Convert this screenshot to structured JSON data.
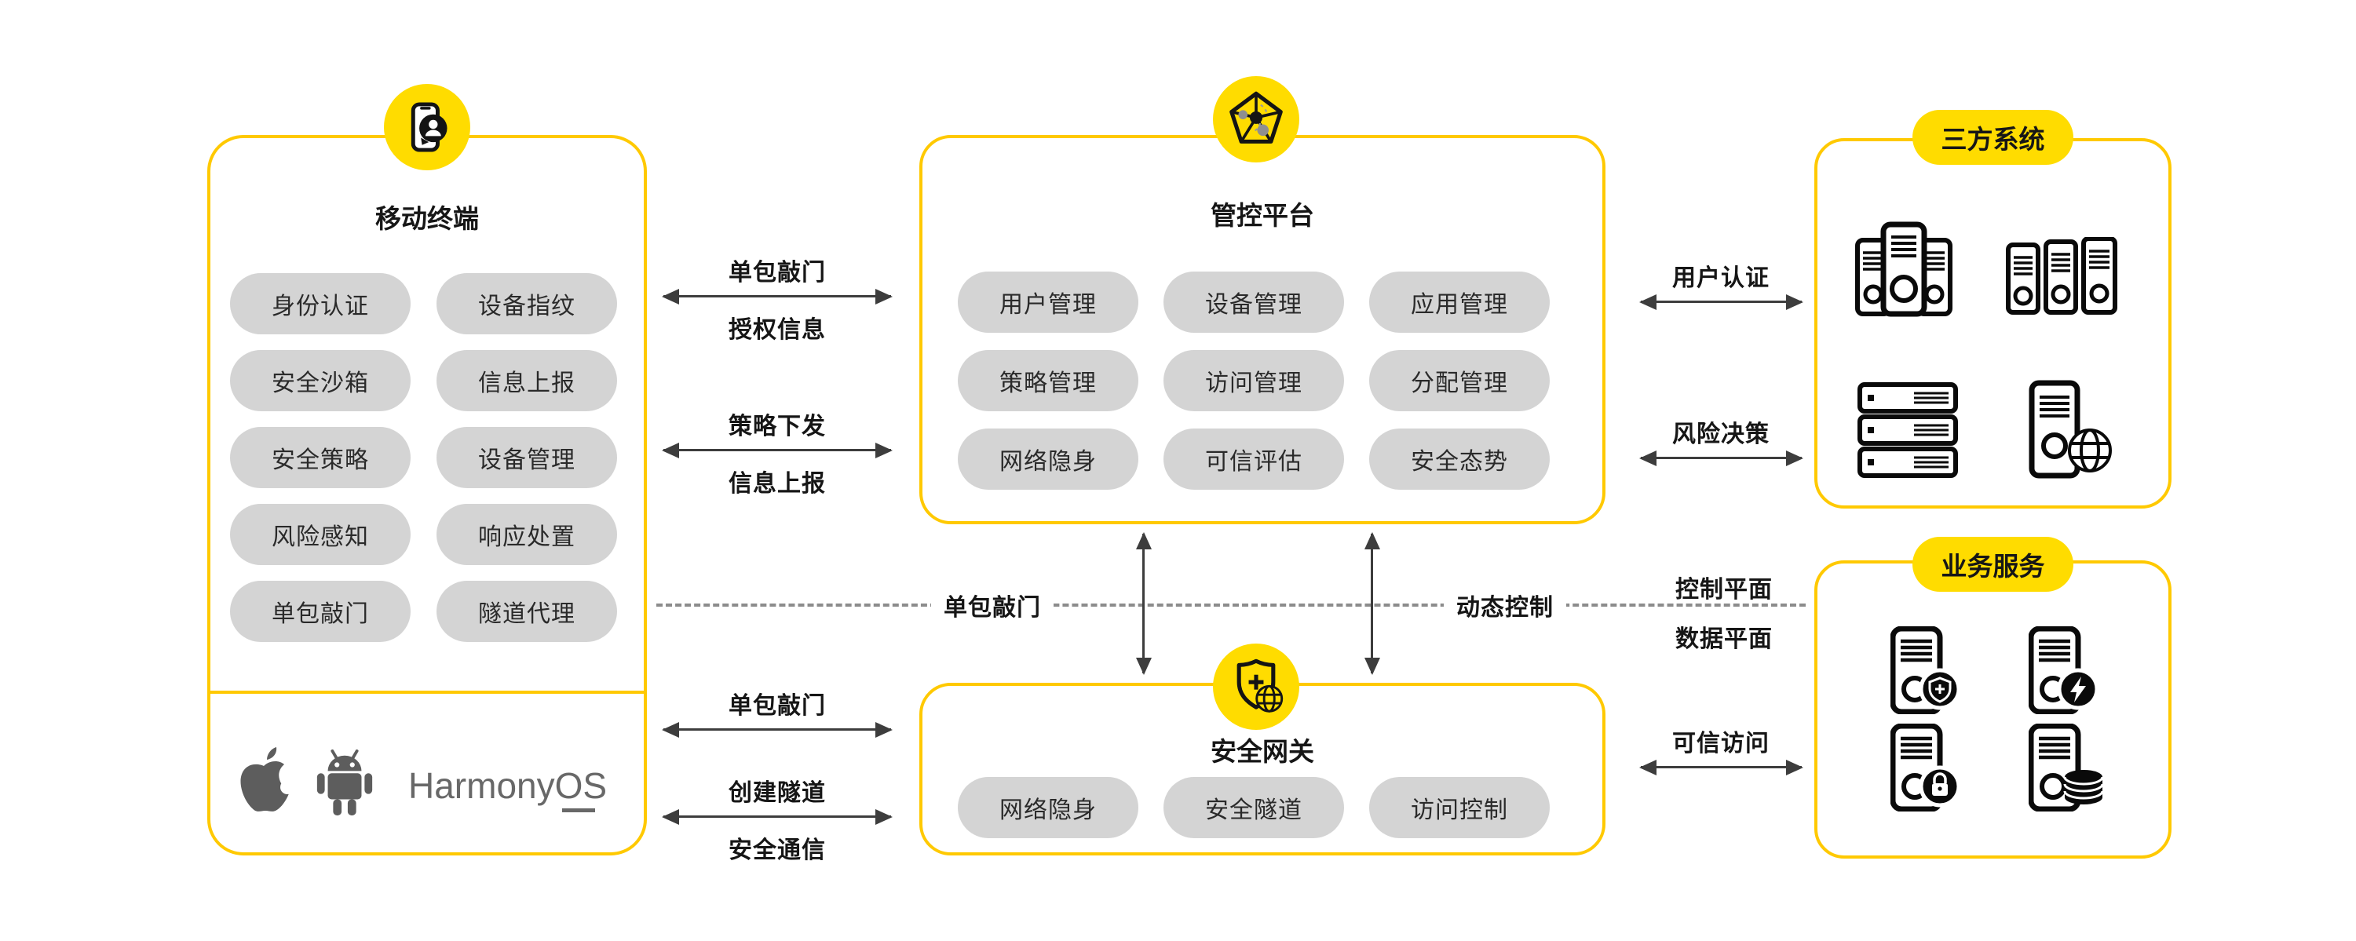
{
  "colors": {
    "accent_yellow": "#FFDC00",
    "border_yellow": "#FFC900",
    "pill_gray": "#D4D4D4",
    "text": "#161616",
    "arrow": "#3d3d3d",
    "dash_gray": "#8c8c8c",
    "logo_gray": "#5d5d5d"
  },
  "terminal": {
    "title": "移动终端",
    "pills": [
      "身份认证",
      "设备指纹",
      "安全沙箱",
      "信息上报",
      "安全策略",
      "设备管理",
      "风险感知",
      "响应处置",
      "单包敲门",
      "隧道代理"
    ],
    "os_text": "HarmonyOS"
  },
  "platform": {
    "title": "管控平台",
    "pills": [
      "用户管理",
      "设备管理",
      "应用管理",
      "策略管理",
      "访问管理",
      "分配管理",
      "网络隐身",
      "可信评估",
      "安全态势"
    ]
  },
  "gateway": {
    "title": "安全网关",
    "pills": [
      "网络隐身",
      "安全隧道",
      "访问控制"
    ]
  },
  "third_party": {
    "title": "三方系统"
  },
  "business": {
    "title": "业务服务"
  },
  "edges": {
    "knock1": {
      "line1": "单包敲门",
      "line2": "授权信息"
    },
    "policy": {
      "line1": "策略下发",
      "line2": "信息上报"
    },
    "knock2": {
      "line1": "单包敲门"
    },
    "tunnel": {
      "line1": "创建隧道",
      "line2": "安全通信"
    },
    "user_auth": {
      "line1": "用户认证"
    },
    "risk": {
      "line1": "风险决策"
    },
    "trusted": {
      "line1": "可信访问"
    },
    "dash_knock": "单包敲门",
    "dash_dynamic": "动态控制",
    "plane_top": "控制平面",
    "plane_bottom": "数据平面"
  }
}
